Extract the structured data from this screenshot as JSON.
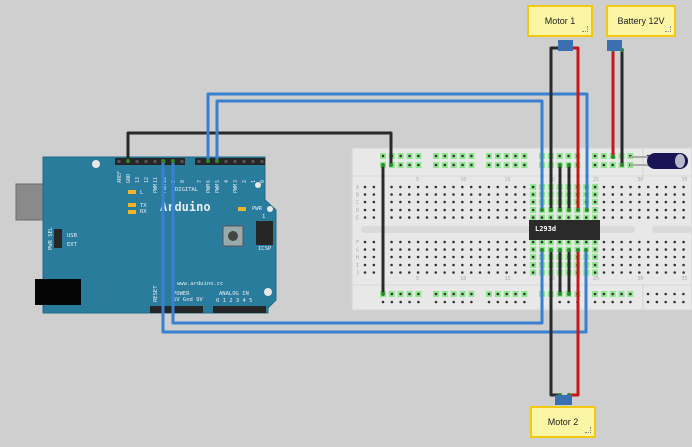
{
  "notes": {
    "motor1": "Motor 1",
    "battery": "Battery 12V",
    "motor2": "Motor 2"
  },
  "chip": {
    "label": "L293d"
  },
  "arduino": {
    "logo": "Arduino",
    "url": "www.arduino.cc",
    "top_labels": [
      "AREF",
      "GND",
      "13",
      "12",
      "11",
      "10",
      "9",
      "8",
      "7",
      "6",
      "5",
      "4",
      "3",
      "2",
      "1",
      "0"
    ],
    "digital": "DIGITAL",
    "pwm": "PWM",
    "leds": {
      "l": "L",
      "tx": "TX",
      "rx": "RX",
      "pwr": "PWR"
    },
    "usb": "USB",
    "ext": "EXT",
    "pwr_sel": "PWR SEL",
    "icsp": "ICSP",
    "icsp_pin": "1",
    "reset": "RESET",
    "power": "POWER",
    "power_pins": "5V Gnd 9V",
    "analog": "ANALOG IN",
    "analog_pins": "0 1 2 3 4 5"
  },
  "breadboard": {
    "rows": [
      "A",
      "B",
      "C",
      "D",
      "E",
      "F",
      "G",
      "H",
      "I",
      "J"
    ],
    "column_labels": [
      "5",
      "10",
      "15",
      "20",
      "25",
      "30",
      "35"
    ]
  },
  "colors": {
    "wire_black": "#2a2a2a",
    "wire_red": "#c8171b",
    "wire_blue": "#3a7fd0",
    "board": "#227a9a",
    "highlight": "#8fe88f"
  }
}
